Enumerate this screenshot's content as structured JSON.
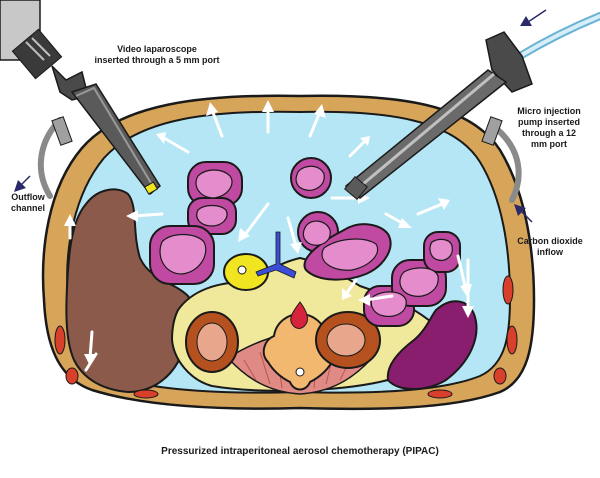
{
  "labels": {
    "laparoscope": "Video laparoscope\ninserted through a 5 mm port",
    "pump": "Micro injection\npump inserted\nthrough a 12\nmm port",
    "outflow": "Outflow\nchannel",
    "co2": "Carbon dioxide\ninflow",
    "caption": "Pressurized intraperitoneal aerosol chemotherapy (PIPAC)"
  },
  "icons": [
    "laparoscope-icon",
    "injection-pump-icon",
    "flow-arrow-icon"
  ],
  "colors": {
    "abdominal_wall": "#d7a55a",
    "cavity": "#b5e6f5",
    "bowel": "#c04aa2",
    "liver": "#8b5a4b",
    "spleen": "#8a1e6e",
    "kidney": "#b5511e",
    "fat": "#f0e89a",
    "muscle": "#e08a86",
    "spine": "#f2b870"
  }
}
